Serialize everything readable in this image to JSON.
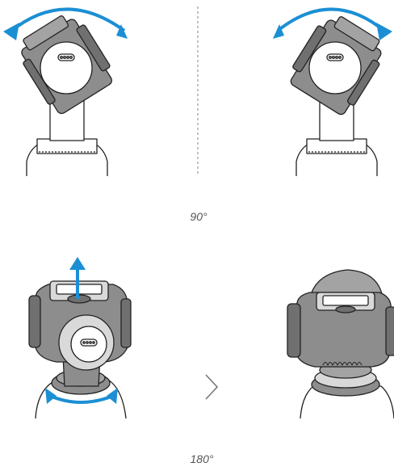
{
  "labels": {
    "rotation_90": "90°",
    "rotation_180": "180°"
  },
  "colors": {
    "arrow": "#1b8fd4",
    "gray_light": "#d9d9d9",
    "gray_mid": "#a3a3a3",
    "gray_dark": "#707070",
    "outline": "#222222"
  },
  "icons": {
    "divider": "dashed-divider",
    "next": "chevron-right-icon"
  }
}
